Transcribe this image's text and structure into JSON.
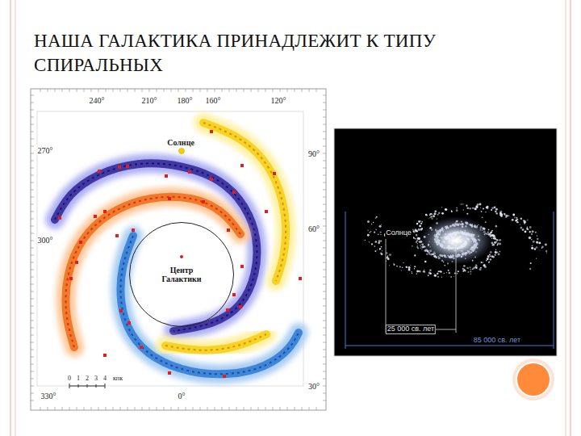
{
  "diagram": {
    "title": "НАША ГАЛАКТИКА ПРИНАДЛЕЖИТ К ТИПУ СПИРАЛЬНЫХ",
    "nodes": [
      {
        "text": [
          "Центр Галактики"
        ]
      }
    ],
    "labels": [
      "240°",
      "210°",
      "180°",
      "160°",
      "120°",
      "270°",
      "90°",
      "Солнце",
      "300°",
      "60°",
      "330°",
      "0°",
      "30°",
      "0",
      "1",
      "2",
      "3",
      "4",
      "кпк",
      "Солнце",
      "25 000 св. лет",
      "85 000 св. лет"
    ]
  }
}
